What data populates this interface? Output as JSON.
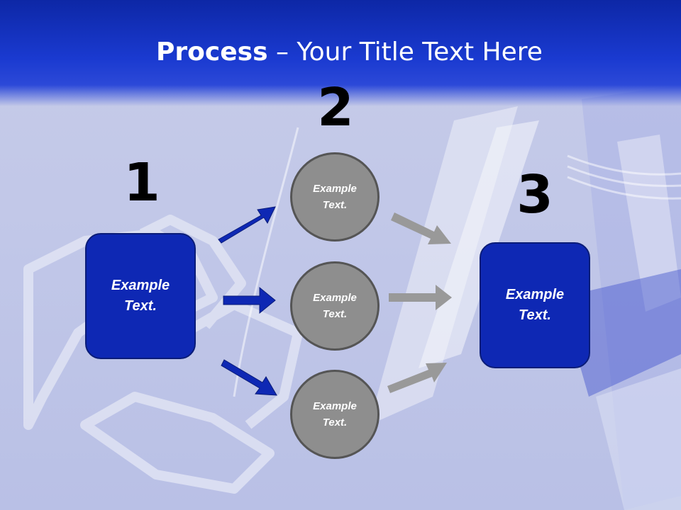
{
  "title": {
    "bold": "Process",
    "rest": " – Your Title Text Here"
  },
  "steps": {
    "one": "1",
    "two": "2",
    "three": "3"
  },
  "box_left": {
    "text": "Example Text."
  },
  "box_right": {
    "text": "Example Text."
  },
  "circles": [
    {
      "text": "Example Text."
    },
    {
      "text": "Example Text."
    },
    {
      "text": "Example Text."
    }
  ],
  "colors": {
    "blue": "#0e28b4",
    "gray": "#8e8e8e",
    "arrow_gray": "#999999"
  }
}
